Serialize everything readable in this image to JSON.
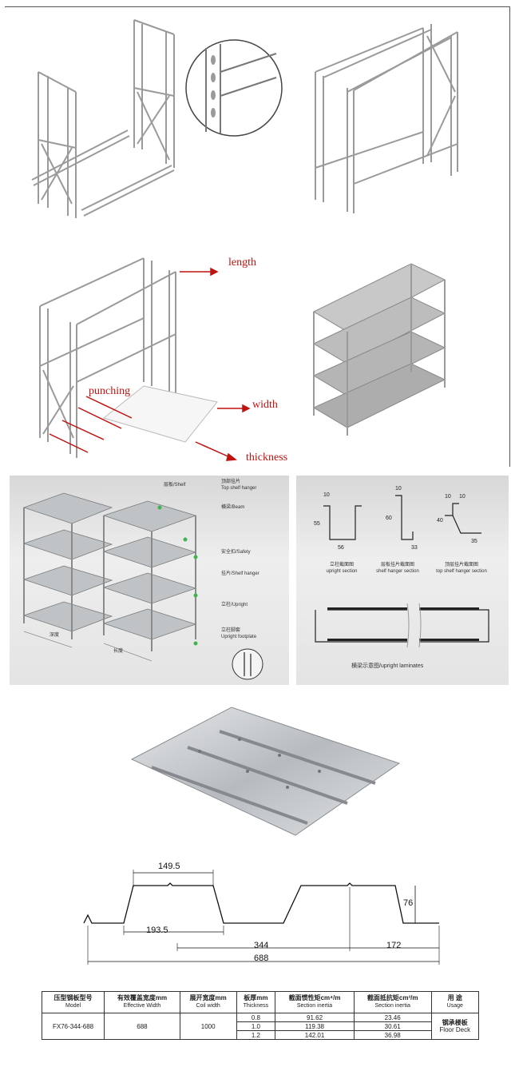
{
  "labels": {
    "length": "length",
    "width": "width",
    "thickness": "thickness",
    "punching": "punching"
  },
  "rack_callouts": {
    "shelf": "层板/Shelf",
    "top_shelf_hanger_cn": "顶部挂片",
    "top_shelf_hanger_en": "Top shelf hanger",
    "beam": "横梁/Beam",
    "safety": "安全扣/Safety",
    "shelf_hanger": "挂片/Shelf hanger",
    "upright": "立柱/Upright",
    "upright_footplate_cn": "立柱脚套",
    "upright_footplate_en": "Upright footplate",
    "depth": "深度",
    "length": "长度"
  },
  "sections": {
    "upright": {
      "dims": [
        "10",
        "55",
        "56"
      ],
      "cn": "立柱截面图",
      "en": "upright section"
    },
    "shelf_hanger": {
      "dims": [
        "10",
        "60",
        "33"
      ],
      "cn": "层板挂片截面图",
      "en": "shelf hanger section"
    },
    "top_shelf_hanger": {
      "dims": [
        "10",
        "10",
        "40",
        "35"
      ],
      "cn": "顶层挂片截面图",
      "en": "top shelf hanger section"
    },
    "laminates_caption": "横梁示意图/upright laminates"
  },
  "profile_dims": {
    "d1": "149.5",
    "d2": "193.5",
    "d3": "344",
    "d4": "172",
    "d5": "688",
    "d6": "76"
  },
  "spec_table": {
    "headers": [
      {
        "cn": "压型钢板型号",
        "en": "Model"
      },
      {
        "cn": "有效覆盖宽度mm",
        "en": "Effective Width"
      },
      {
        "cn": "展开宽度mm",
        "en": "Coil width"
      },
      {
        "cn": "板厚mm",
        "en": "Thickness"
      },
      {
        "cn": "截面惯性矩cm⁴/m",
        "en": "Section inertia"
      },
      {
        "cn": "截面抵抗矩cm³/m",
        "en": "Section inertia"
      },
      {
        "cn": "用 途",
        "en": "Usage"
      }
    ],
    "model": "FX76-344-688",
    "effective_width": "688",
    "coil_width": "1000",
    "rows": [
      {
        "thickness": "0.8",
        "inertia": "91.62",
        "modulus": "23.46"
      },
      {
        "thickness": "1.0",
        "inertia": "119.38",
        "modulus": "30.61"
      },
      {
        "thickness": "1.2",
        "inertia": "142.01",
        "modulus": "36.98"
      }
    ],
    "usage_cn": "钢承楼板",
    "usage_en": "Floor Deck"
  }
}
